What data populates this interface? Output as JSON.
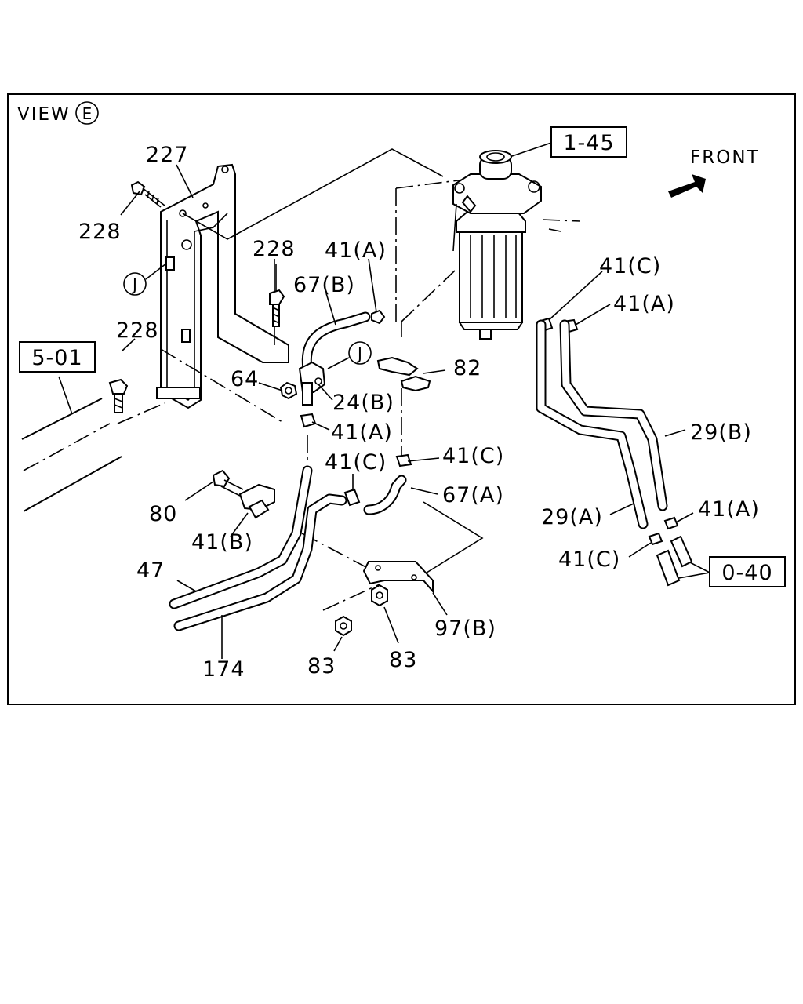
{
  "view": {
    "prefix": "VIEW",
    "letter": "E"
  },
  "front": "FRONT",
  "refs": {
    "fuel_filter": "1-45",
    "frame": "5-01",
    "tank": "0-40"
  },
  "circle_ref": "J",
  "labels": {
    "l227": "227",
    "l228a": "228",
    "l228b": "228",
    "l228c": "228",
    "l41A_top": "41(A)",
    "l67B": "67(B)",
    "l41C_right": "41(C)",
    "l41A_right": "41(A)",
    "l64": "64",
    "l24B": "24(B)",
    "l82": "82",
    "l41A_mid": "41(A)",
    "l41C_mid1": "41(C)",
    "l41C_mid2": "41(C)",
    "l67A": "67(A)",
    "l29B": "29(B)",
    "l29A": "29(A)",
    "l41A_low": "41(A)",
    "l41C_low": "41(C)",
    "l80": "80",
    "l41B": "41(B)",
    "l47": "47",
    "l174": "174",
    "l83a": "83",
    "l83b": "83",
    "l97B": "97(B)"
  }
}
